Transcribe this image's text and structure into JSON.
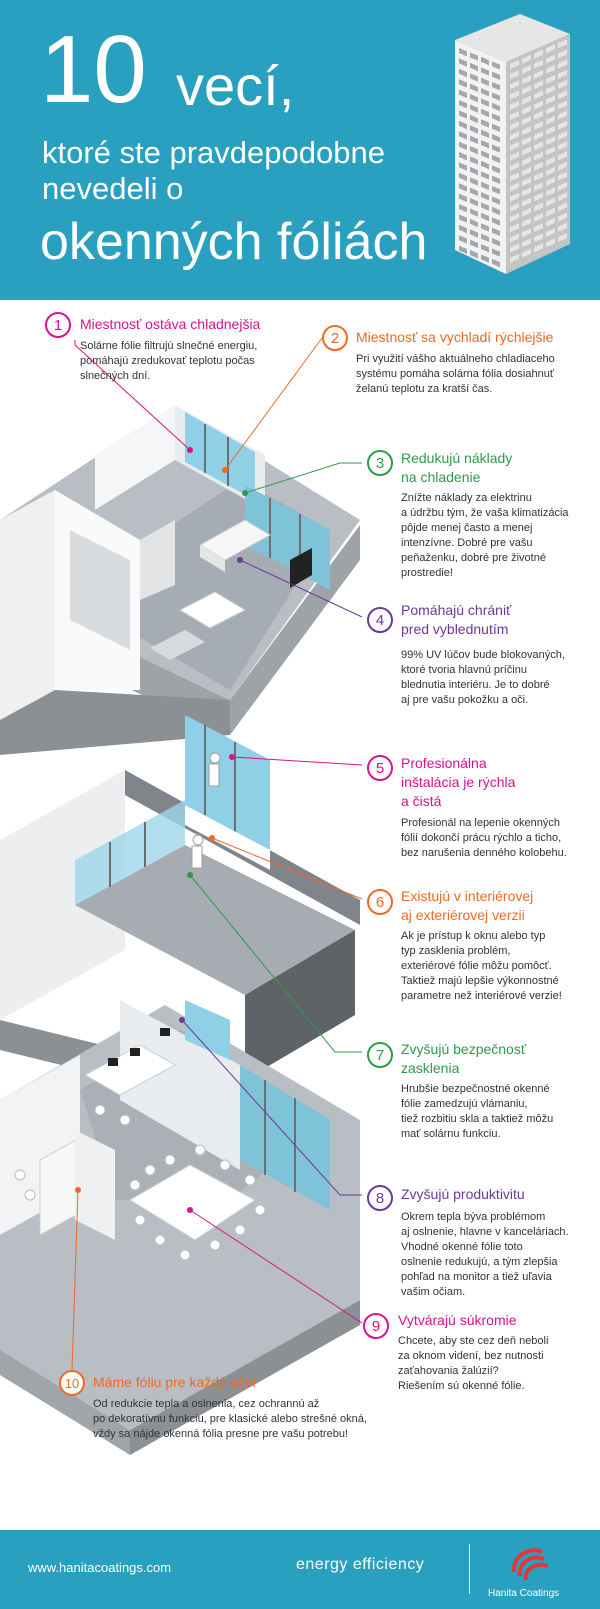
{
  "header": {
    "title_number": "10",
    "title_word": "vecí,",
    "subtitle_line1": "ktoré ste pravdepodobne",
    "subtitle_line2": "nevedeli o",
    "subtitle_line3": "okenných fóliách"
  },
  "items": [
    {
      "number": "1",
      "title": "Miestnosť ostáva chladnejšia",
      "text": [
        "Solárne fólie filtrujú slnečné energiu,",
        "pomáhajú zredukovať teplotu počas",
        "slnečných dní."
      ],
      "color": "#d6128c"
    },
    {
      "number": "2",
      "title": "Miestnosť sa vychladí rýchlejšie",
      "text": [
        "Pri využití vášho aktuálneho chladiaceho",
        "systému pomáha solárna fólia dosiahnuť",
        "želanú teplotu za kratší čas."
      ],
      "color": "#ee6a23"
    },
    {
      "number": "3",
      "title": [
        "Redukujú náklady",
        "na chladenie"
      ],
      "text": [
        "Znížte náklady za elektrinu",
        "a údržbu tým, že vaša klimatizácia",
        "pôjde menej často a menej",
        "intenzívne. Dobré pre vašu",
        "peňaženku, dobré pre životné",
        "prostredie!"
      ],
      "color": "#2f9a4a"
    },
    {
      "number": "4",
      "title": [
        "Pomáhajú chrániť",
        "pred vyblednutím"
      ],
      "text": [
        "99% UV lúčov bude blokovaných,",
        "ktoré tvoria hlavnú príčinu",
        "blednutia interiéru. Je to dobré",
        "aj pre vašu pokožku a oči."
      ],
      "color": "#6b3a96"
    },
    {
      "number": "5",
      "title": [
        "Profesionálna",
        "inštalácia je rýchla",
        "a čistá"
      ],
      "text": [
        "Profesionál na lepenie okenných",
        "fólií dokončí prácu rýchlo a ticho,",
        "bez narušenia denného kolobehu."
      ],
      "color": "#d6128c"
    },
    {
      "number": "6",
      "title": [
        "Existujú v interiérovej",
        "aj exteriérovej verzii"
      ],
      "text": [
        "Ak je prístup k oknu alebo typ",
        "typ zasklenia problém,",
        "exteriérové fólie môžu pomôcť.",
        "Taktiež majú lepšie výkonnostné",
        "parametre než interiérové verzie!"
      ],
      "color": "#ee6a23"
    },
    {
      "number": "7",
      "title": [
        "Zvyšujú bezpečnosť",
        "zasklenia"
      ],
      "text": [
        "Hrubšie bezpečnostné okenné",
        "fólie zamedzujú vlámaniu,",
        "tiež rozbitiu skla a taktiež môžu",
        "mať solárnu funkciu."
      ],
      "color": "#2f9a4a"
    },
    {
      "number": "8",
      "title": [
        "Zvyšujú produktivitu"
      ],
      "text": [
        "Okrem tepla býva problémom",
        "aj oslnenie, hlavne v kanceláriach.",
        "Vhodné okenné fólie toto",
        "oslnenie redukujú, a tým zlepšia",
        "pohľad na monitor a tiež uľavia",
        "vašim očiam."
      ],
      "color": "#6b3a96"
    },
    {
      "number": "9",
      "title": [
        "Vytvárajú súkromie"
      ],
      "text": [
        "Chcete, aby ste cez deň neboli",
        "za oknom videní, bez nutnosti",
        "zaťahovania žalúzií?",
        "Riešením sú okenné fólie."
      ],
      "color": "#d6128c"
    },
    {
      "number": "10",
      "title": [
        "Máme fóliu pre každý účel"
      ],
      "text": [
        "Od redukcie tepla a oslnenia, cez ochrannú až",
        "po dekoratívnu funkciu, pre klasické alebo strešné okná,",
        "vždy sa nájde okenná fólia presne pre vašu potrebu!"
      ],
      "color": "#ee6a23"
    }
  ],
  "footer": {
    "url": "www.hanitacoatings.com",
    "tagline": "energy efficiency",
    "brand": "Hanita Coatings"
  },
  "colors": {
    "header_bg": "#2aa0c0",
    "magenta": "#d6128c",
    "orange": "#ee6a23",
    "green": "#2f9a4a",
    "purple": "#6b3a96"
  }
}
